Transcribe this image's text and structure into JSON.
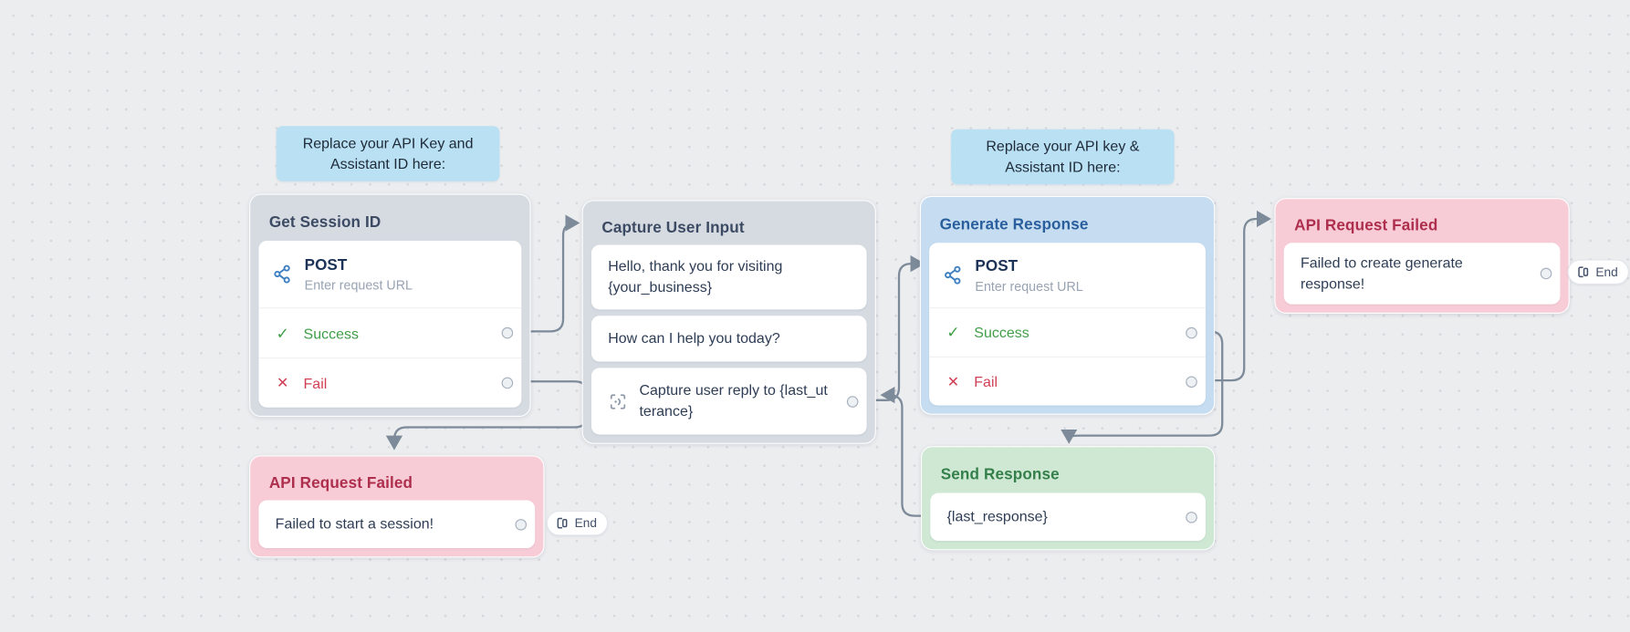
{
  "notes": [
    {
      "text": "Replace your API Key and Assistant ID here:"
    },
    {
      "text": "Replace your API key & Assistant ID here:"
    }
  ],
  "blocks": {
    "get_session": {
      "title": "Get Session ID",
      "method": "POST",
      "url_placeholder": "Enter request URL",
      "success_label": "Success",
      "fail_label": "Fail"
    },
    "capture": {
      "title": "Capture User Input",
      "message1": "Hello, thank you for visiting {your_business}",
      "message2": "How can I help you today?",
      "capture_text": "Capture user reply to {last_utterance}"
    },
    "generate": {
      "title": "Generate Response",
      "method": "POST",
      "url_placeholder": "Enter request URL",
      "success_label": "Success",
      "fail_label": "Fail"
    },
    "api_failed_session": {
      "title": "API Request Failed",
      "message": "Failed to start a session!"
    },
    "api_failed_generate": {
      "title": "API Request Failed",
      "message": "Failed to create generate response!"
    },
    "send_response": {
      "title": "Send Response",
      "message": "{last_response}"
    }
  },
  "end_label": "End",
  "colors": {
    "canvas": "#ecedef",
    "note_bg": "#b9e0f3",
    "block_gray": "#d6dbe2",
    "block_blue": "#c6dcf0",
    "block_green": "#cee8d4",
    "block_pink": "#f8ccd6",
    "success": "#3f9e47",
    "fail": "#d13f55",
    "wire": "#7d8a99",
    "api_icon": "#3e7fc1"
  }
}
